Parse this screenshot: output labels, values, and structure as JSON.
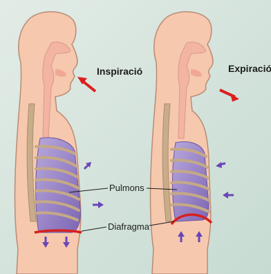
{
  "labels": {
    "inspiration": "Inspiració",
    "expiration": "Expiració",
    "lungs": "Pulmons",
    "diaphragm": "Diafragma"
  },
  "colors": {
    "background": "#cfe0d8",
    "skin": "#f6c8ae",
    "skin_outline": "#b98a74",
    "airway": "#f3b4a2",
    "rib": "#c9ad8a",
    "lung": "#9a86c4",
    "diaphragm": "#d8201e",
    "arrow_air": "#d8201e",
    "arrow_movement": "#6a45b8"
  }
}
